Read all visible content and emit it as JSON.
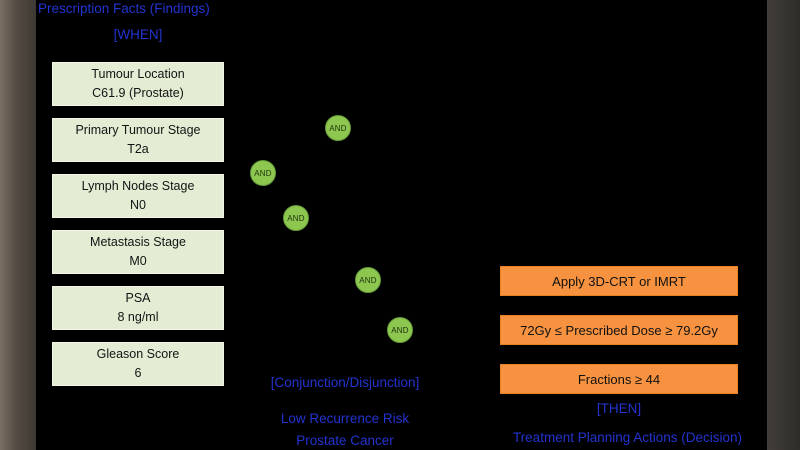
{
  "colors": {
    "heading_blue": "#2334d0",
    "fact_box_green": "#e3edd4",
    "operator_green": "#8ec74f",
    "action_orange": "#f79240",
    "background": "#000000"
  },
  "facts": {
    "title": "Prescription Facts (Findings)",
    "when_label": "[WHEN]",
    "items": [
      {
        "line1": "Tumour Location",
        "line2": "C61.9 (Prostate)"
      },
      {
        "line1": "Primary Tumour Stage",
        "line2": "T2a"
      },
      {
        "line1": "Lymph Nodes Stage",
        "line2": "N0"
      },
      {
        "line1": "Metastasis Stage",
        "line2": "M0"
      },
      {
        "line1": "PSA",
        "line2": "8 ng/ml"
      },
      {
        "line1": "Gleason Score",
        "line2": "6"
      }
    ]
  },
  "operators": {
    "nodes": [
      {
        "label": "AND"
      },
      {
        "label": "AND"
      },
      {
        "label": "AND"
      },
      {
        "label": "AND"
      },
      {
        "label": "AND"
      }
    ],
    "conjunction_label": "[Conjunction/Disjunction]",
    "risk_line1": "Low Recurrence Risk",
    "risk_line2": "Prostate Cancer"
  },
  "actions": {
    "items": [
      {
        "label": "Apply 3D-CRT or IMRT"
      },
      {
        "label": "72Gy ≤ Prescribed Dose ≥ 79.2Gy"
      },
      {
        "label": "Fractions ≥ 44"
      }
    ],
    "then_label": "[THEN]",
    "title": "Treatment Planning Actions (Decision)"
  }
}
